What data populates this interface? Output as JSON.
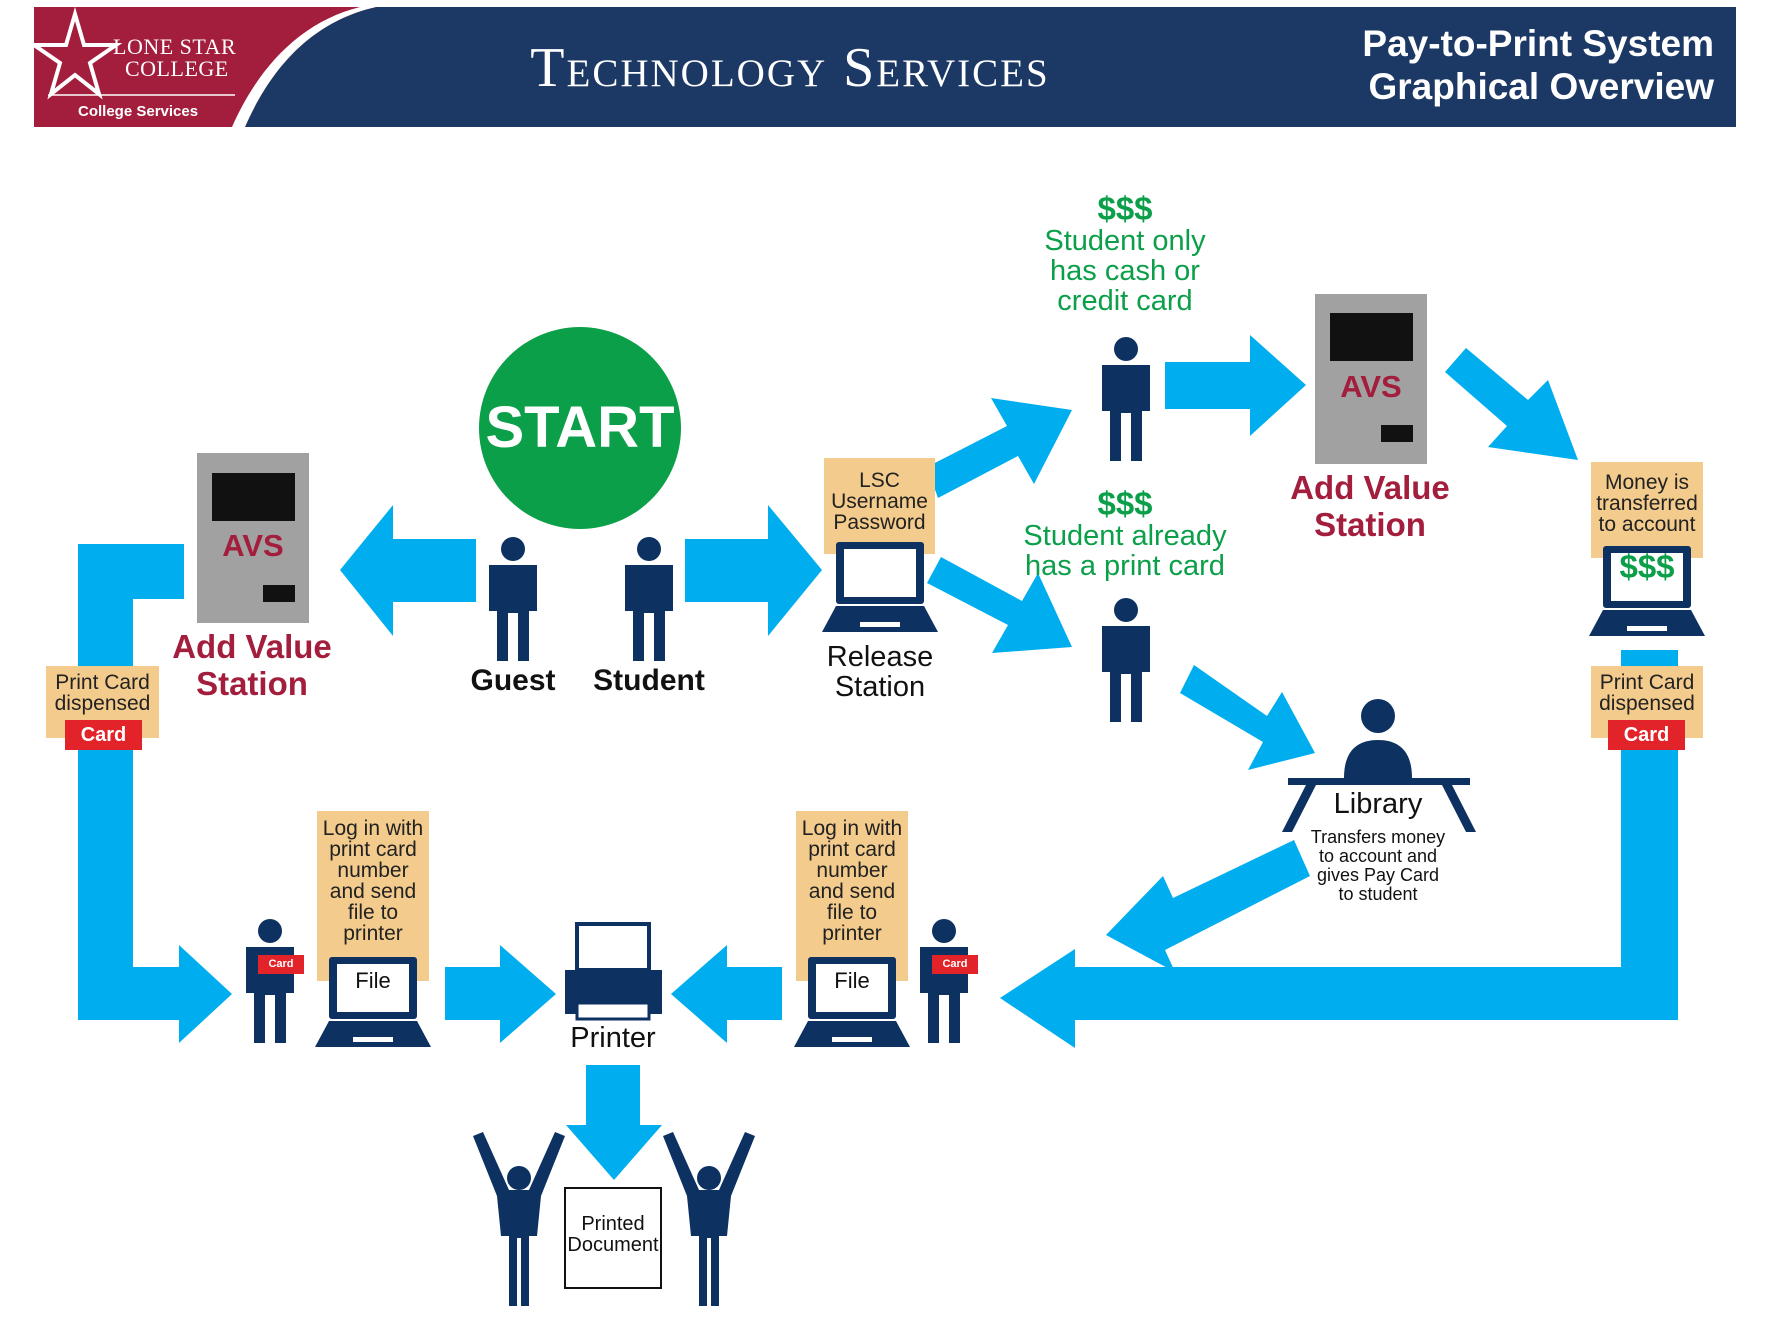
{
  "header": {
    "logo_line1": "LONE STAR",
    "logo_line2": "COLLEGE",
    "logo_sub": "College Services",
    "title": "Technology Services",
    "right_line1": "Pay-to-Print System",
    "right_line2": "Graphical Overview"
  },
  "colors": {
    "navy": "#1c3864",
    "brand_red": "#a31d3d",
    "arrow_blue": "#00aeef",
    "start_green": "#0c9f4a",
    "figure_navy": "#0d3161",
    "tan": "#f3cb8c",
    "card_red": "#e2232a"
  },
  "start": {
    "label": "START"
  },
  "people": {
    "guest": "Guest",
    "student": "Student"
  },
  "avs_left": {
    "screen_label": "AVS",
    "title_line1": "Add Value",
    "title_line2": "Station"
  },
  "avs_right": {
    "screen_label": "AVS",
    "title_line1": "Add Value",
    "title_line2": "Station"
  },
  "release_station": {
    "note_line1": "LSC",
    "note_line2": "Username",
    "note_line3": "Password",
    "label_line1": "Release",
    "label_line2": "Station"
  },
  "branch_cash": {
    "dollars": "$$$",
    "line1": "Student only",
    "line2": "has cash or",
    "line3": "credit card"
  },
  "branch_card": {
    "dollars": "$$$",
    "line1": "Student already",
    "line2": "has a print card"
  },
  "money_transfer": {
    "line1": "Money is",
    "line2": "transferred",
    "line3": "to account",
    "screen": "$$$"
  },
  "left_dispense": {
    "line1": "Print Card",
    "line2": "dispensed",
    "card": "Card"
  },
  "right_dispense": {
    "line1": "Print Card",
    "line2": "dispensed",
    "card": "Card"
  },
  "library": {
    "title": "Library",
    "line1": "Transfers money",
    "line2": "to account and",
    "line3": "gives Pay Card",
    "line4": "to student"
  },
  "login_left": {
    "line1": "Log in with",
    "line2": "print card",
    "line3": "number",
    "line4": "and send",
    "line5": "file to",
    "line6": "printer",
    "file": "File",
    "card": "Card"
  },
  "login_right": {
    "line1": "Log in with",
    "line2": "print card",
    "line3": "number",
    "line4": "and send",
    "line5": "file to",
    "line6": "printer",
    "file": "File",
    "card": "Card"
  },
  "printer": {
    "label": "Printer"
  },
  "document": {
    "line1": "Printed",
    "line2": "Document"
  }
}
